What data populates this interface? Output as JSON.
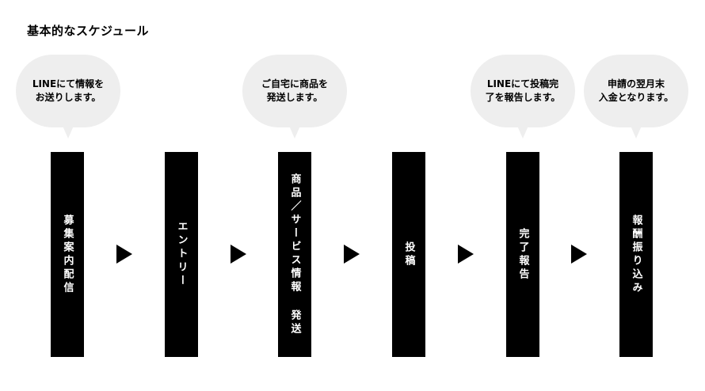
{
  "title": "基本的なスケジュール",
  "bubbles": [
    "LINEにて情報を\nお送りします。",
    "ご自宅に商品を\n発送します。",
    "LINEにて投稿完\n了を報告します。",
    "申請の翌月末\n入金となります。"
  ],
  "steps": [
    "募集案内配信",
    "エントリー",
    "商品／サービス情報 発送",
    "投稿",
    "完了報告",
    "報酬振り込み"
  ]
}
